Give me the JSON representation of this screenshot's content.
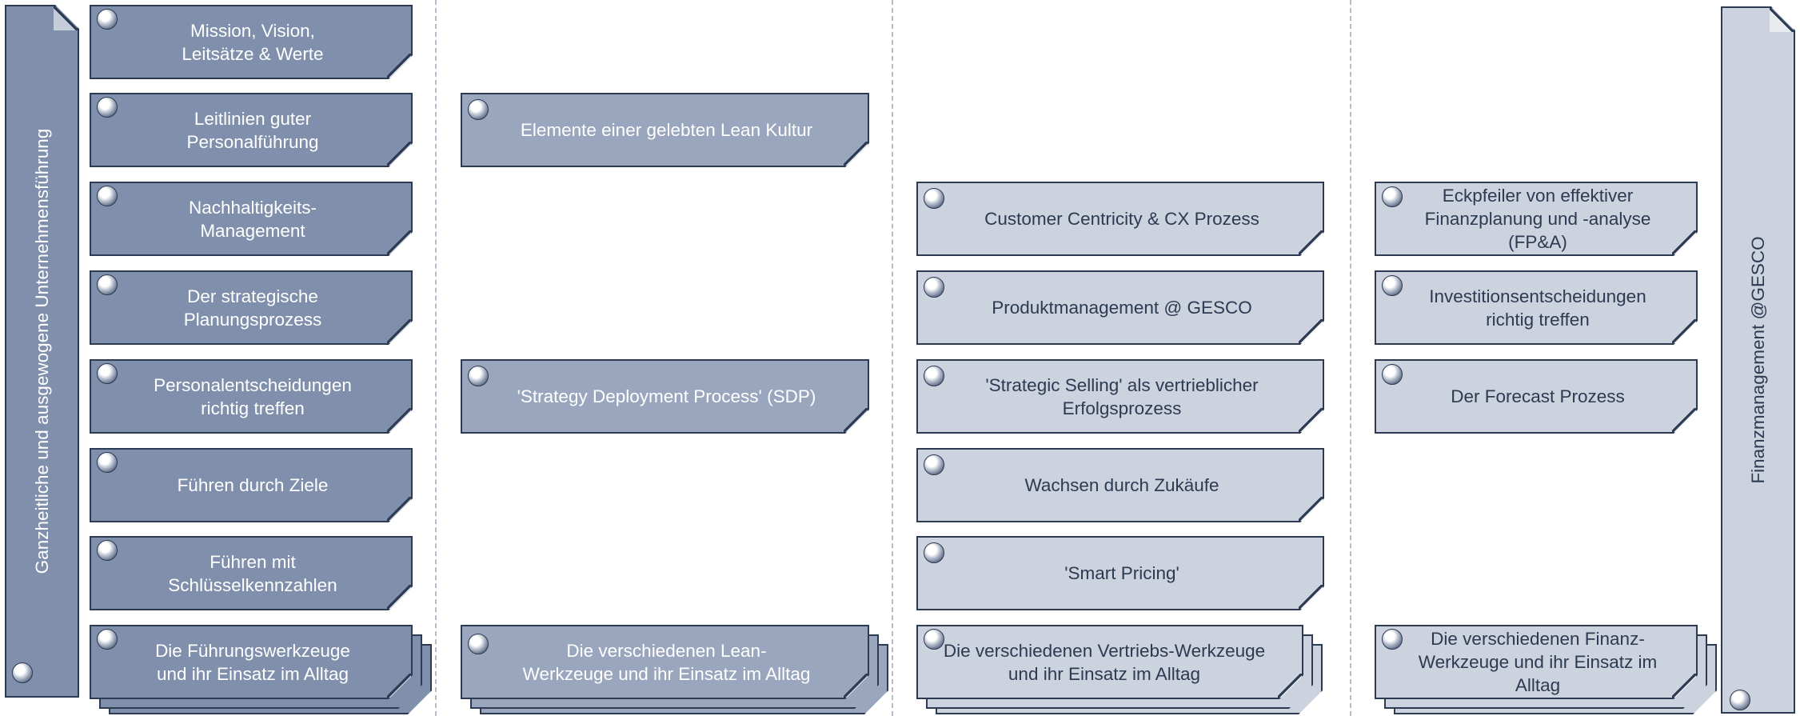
{
  "left_banner": {
    "label": "Ganzheitliche und ausgewogene Unternehmensführung"
  },
  "right_banner": {
    "label": "Finanzmanagement @GESCO"
  },
  "columns": [
    {
      "cards": [
        "Mission, Vision,\nLeitsätze & Werte",
        "Leitlinien guter\nPersonalführung",
        "Nachhaltigkeits-\nManagement",
        "Der strategische\nPlanungsprozess",
        "Personalentscheidungen\nrichtig treffen",
        "Führen durch Ziele",
        "Führen mit\nSchlüsselkennzahlen",
        "Die Führungswerkzeuge\nund ihr Einsatz im Alltag"
      ]
    },
    {
      "cards": [
        "Elemente einer gelebten  Lean Kultur",
        "'Strategy Deployment Process' (SDP)",
        "Die verschiedenen Lean-\nWerkzeuge und ihr Einsatz im Alltag"
      ]
    },
    {
      "cards": [
        "Customer Centricity & CX Prozess",
        "Produktmanagement @ GESCO",
        "'Strategic Selling' als vertrieblicher\nErfolgsprozess",
        "Wachsen durch Zukäufe",
        "'Smart Pricing'",
        "Die verschiedenen Vertriebs-Werkzeuge\nund ihr Einsatz im Alltag"
      ]
    },
    {
      "cards": [
        "Eckpfeiler von effektiver\nFinanzplanung und  -analyse\n(FP&A)",
        "Investitionsentscheidungen\nrichtig treffen",
        "Der Forecast Prozess",
        "Die verschiedenen Finanz-\nWerkzeuge und ihr Einsatz im\nAlltag"
      ]
    }
  ],
  "colors": {
    "col1_fill": "#7f8fac",
    "col2_fill": "#99a6bd",
    "col3_fill": "#ccd2de",
    "outline": "#2c3a52"
  }
}
